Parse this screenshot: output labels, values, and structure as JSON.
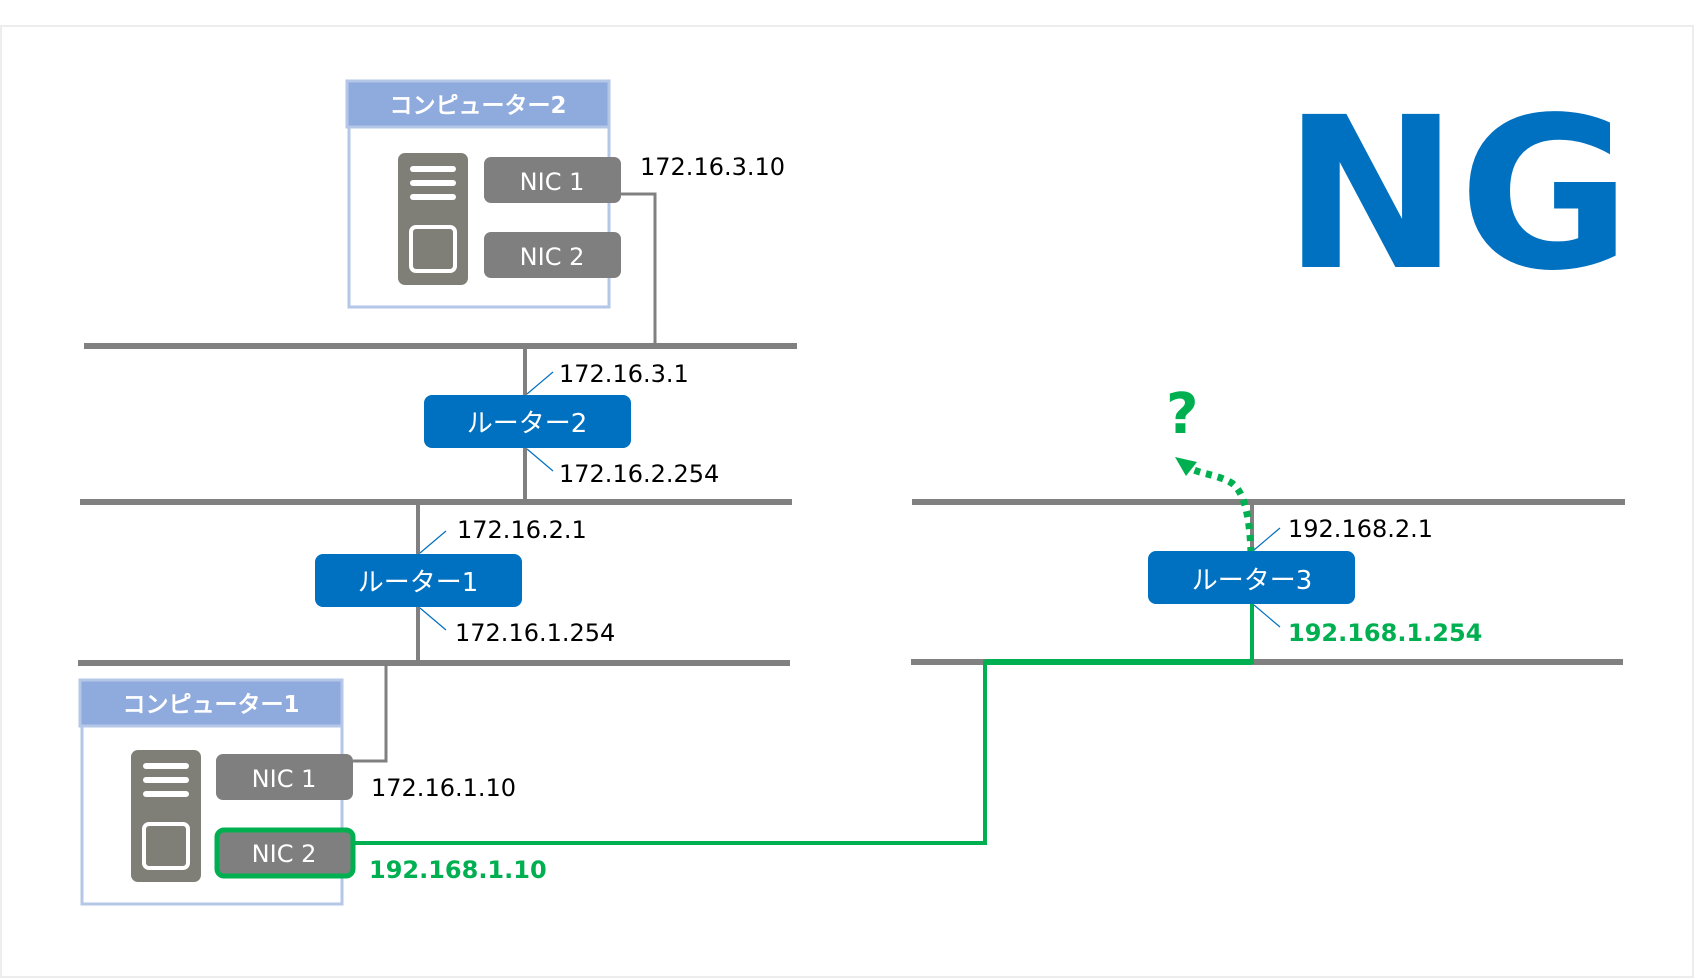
{
  "title": "NG",
  "colors": {
    "router": "#0070c0",
    "nic": "#7f7f7f",
    "network_line": "#808080",
    "computer_header": "#8faadc",
    "computer_border": "#b4c7e7",
    "active_path": "#00b050",
    "leader_line": "#0070c0"
  },
  "computers": [
    {
      "name": "コンピューター2",
      "nics": [
        {
          "label": "NIC 1",
          "ip": "172.16.3.10",
          "active": false
        },
        {
          "label": "NIC 2",
          "ip": "",
          "active": false
        }
      ]
    },
    {
      "name": "コンピューター1",
      "nics": [
        {
          "label": "NIC 1",
          "ip": "172.16.1.10",
          "active": false
        },
        {
          "label": "NIC 2",
          "ip": "192.168.1.10",
          "active": true
        }
      ]
    }
  ],
  "routers": [
    {
      "name": "ルーター2",
      "upper_ip": "172.16.3.1",
      "lower_ip": "172.16.2.254"
    },
    {
      "name": "ルーター1",
      "upper_ip": "172.16.2.1",
      "lower_ip": "172.16.1.254"
    },
    {
      "name": "ルーター3",
      "upper_ip": "192.168.2.1",
      "lower_ip": "192.168.1.254",
      "lower_active": true
    }
  ],
  "unknown_route_marker": "?",
  "icons": {
    "server": "server-tower-icon",
    "route_arrow": "dotted-arrow-icon"
  }
}
